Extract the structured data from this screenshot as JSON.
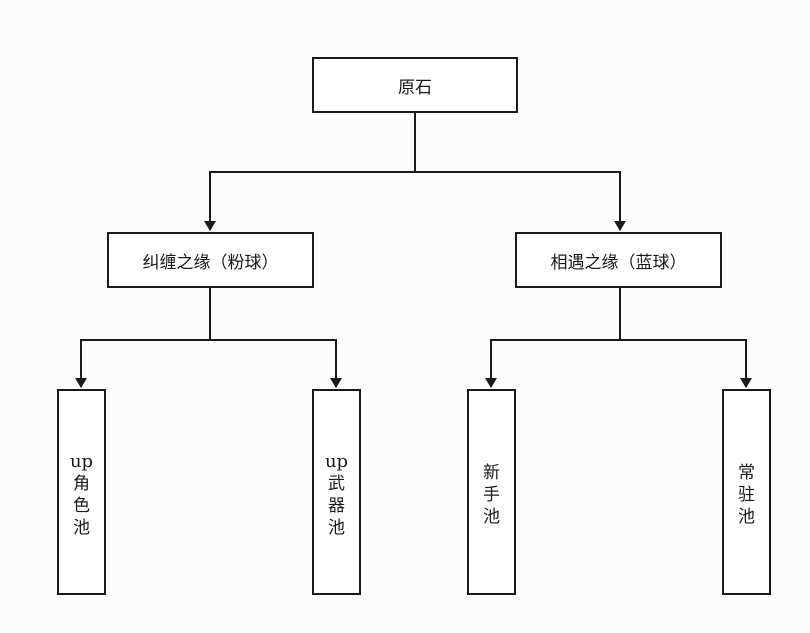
{
  "diagram": {
    "root": {
      "label": "原石"
    },
    "branches": [
      {
        "label": "纠缠之缘（粉球）",
        "children": [
          {
            "lines": [
              "up",
              "角",
              "色",
              "池"
            ]
          },
          {
            "lines": [
              "up",
              "武",
              "器",
              "池"
            ]
          }
        ]
      },
      {
        "label": "相遇之缘（蓝球）",
        "children": [
          {
            "lines": [
              "新",
              "手",
              "池"
            ]
          },
          {
            "lines": [
              "常",
              "驻",
              "池"
            ]
          }
        ]
      }
    ]
  },
  "colors": {
    "stroke": "#1a1a1a",
    "node_fill": "#ffffff",
    "background": "#fcfcfc"
  }
}
